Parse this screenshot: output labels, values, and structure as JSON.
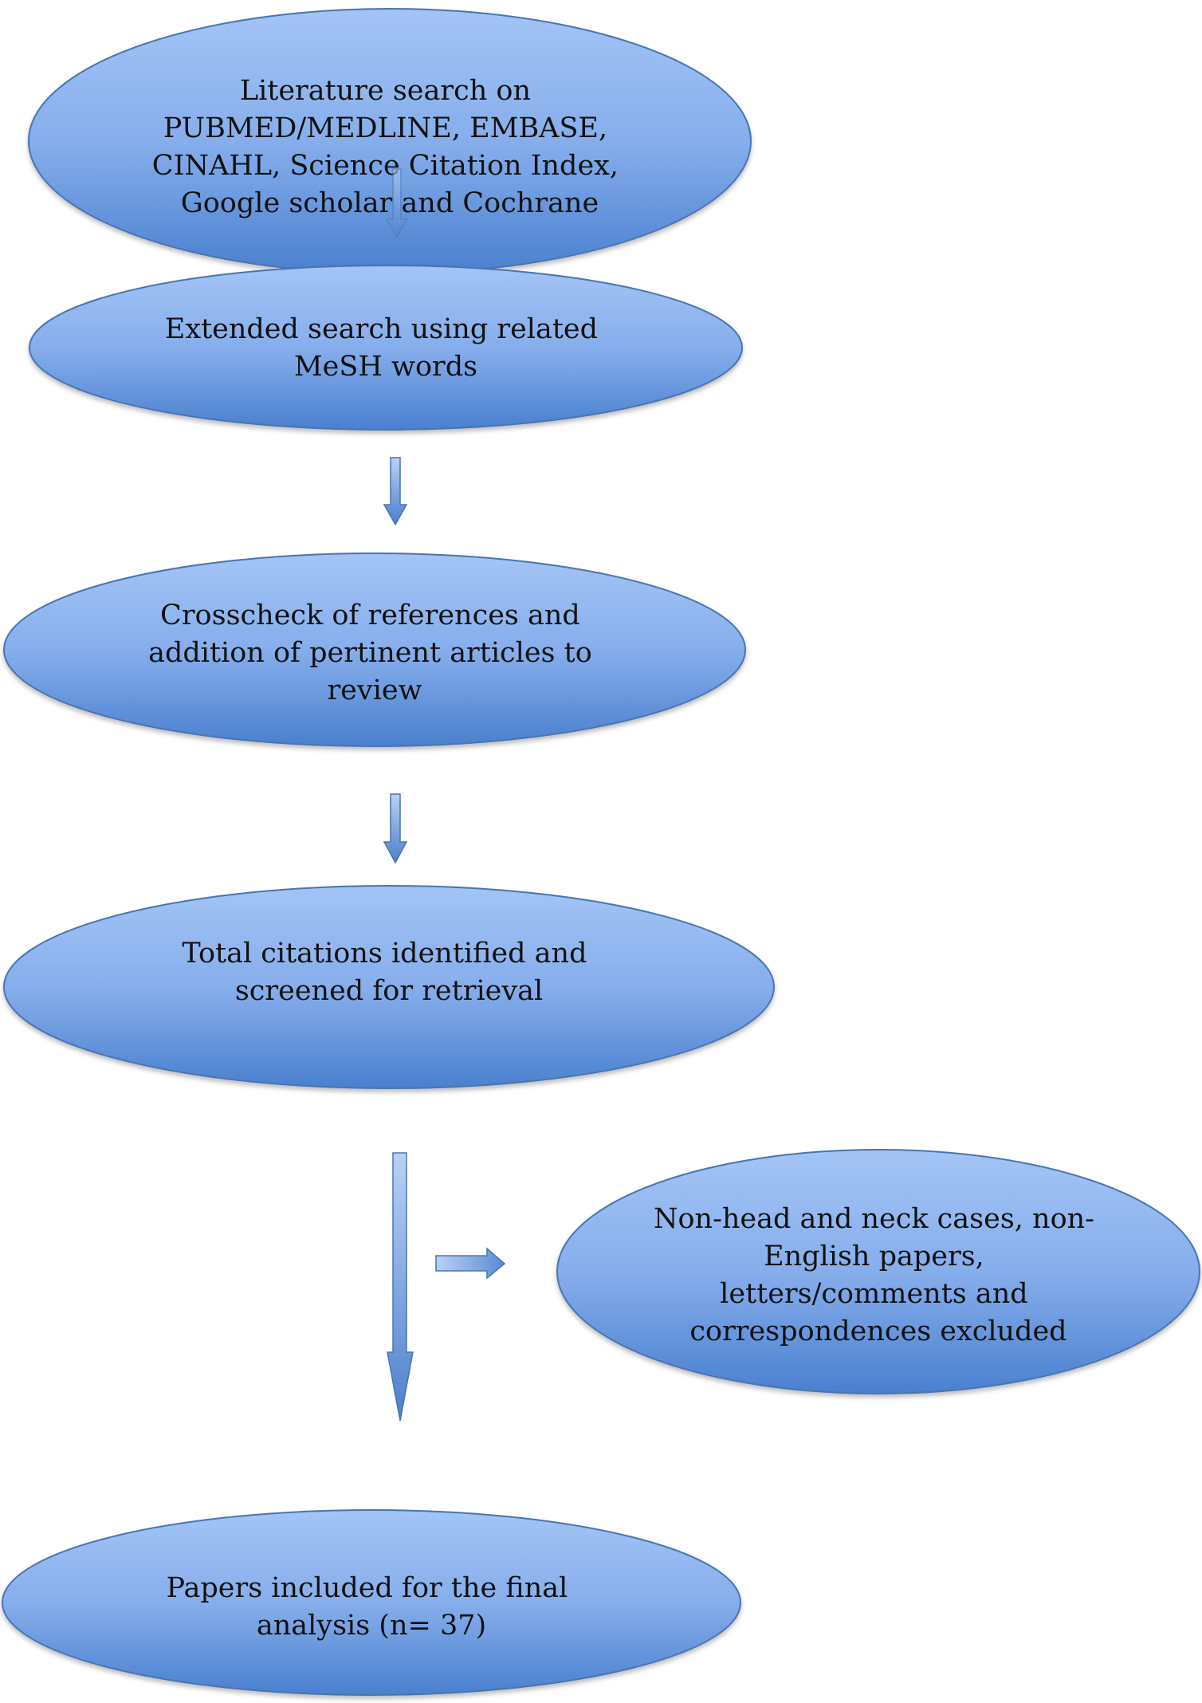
{
  "flowchart": {
    "nodes": [
      {
        "id": "literature-search",
        "lines": [
          "Literature search on",
          "PUBMED/MEDLINE, EMBASE,",
          "CINAHL, Science Citation Index,",
          "Google scholar and Cochrane"
        ]
      },
      {
        "id": "extended-search",
        "lines": [
          "Extended search using related",
          "MeSH words"
        ]
      },
      {
        "id": "crosscheck",
        "lines": [
          "Crosscheck of references and",
          "addition of pertinent articles to",
          "review"
        ]
      },
      {
        "id": "total-citations",
        "lines": [
          "Total citations identified and",
          "screened for retrieval"
        ]
      },
      {
        "id": "excluded",
        "lines": [
          "Non-head and neck cases, non-",
          "English papers,",
          "letters/comments and",
          "correspondences excluded"
        ]
      },
      {
        "id": "final-papers",
        "lines": [
          "Papers included for the final",
          "analysis (n= 37)"
        ]
      }
    ],
    "edges": [
      {
        "from": "literature-search",
        "to": "extended-search"
      },
      {
        "from": "extended-search",
        "to": "crosscheck"
      },
      {
        "from": "crosscheck",
        "to": "total-citations"
      },
      {
        "from": "total-citations",
        "to": "final-papers"
      },
      {
        "from": "total-citations",
        "to": "excluded"
      }
    ],
    "colors": {
      "ellipse_top": "#a3c4f5",
      "ellipse_mid": "#87aeec",
      "ellipse_bottom": "#4a80cf",
      "ellipse_stroke": "#4a74b0",
      "arrow_light": "#b9d1f5",
      "arrow_dark": "#4d7fcd",
      "arrow_stroke": "#4a74b0",
      "text": "#111111"
    }
  }
}
